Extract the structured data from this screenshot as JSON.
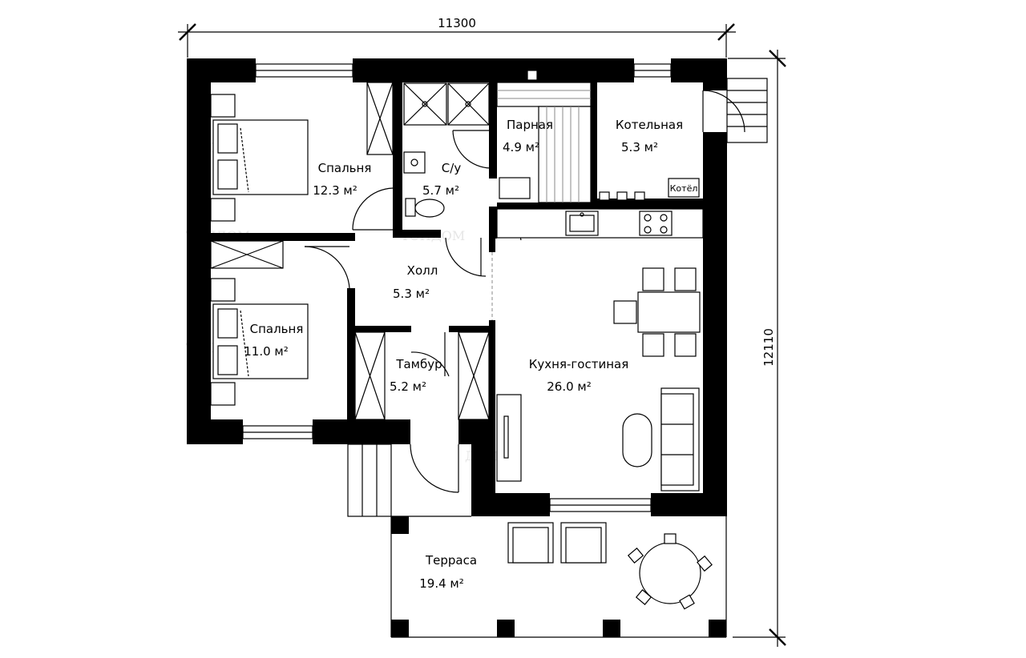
{
  "dimensions": {
    "width": "11300",
    "height": "12110"
  },
  "rooms": [
    {
      "id": "bedroom1",
      "name": "Спальня",
      "area": "12.3 м²"
    },
    {
      "id": "bathroom",
      "name": "С/у",
      "area": "5.7 м²"
    },
    {
      "id": "sauna",
      "name": "Парная",
      "area": "4.9 м²"
    },
    {
      "id": "boiler",
      "name": "Котельная",
      "area": "5.3 м²"
    },
    {
      "id": "bedroom2",
      "name": "Спальня",
      "area": "11.0 м²"
    },
    {
      "id": "hall",
      "name": "Холл",
      "area": "5.3 м²"
    },
    {
      "id": "vestibule",
      "name": "Тамбур",
      "area": "5.2 м²"
    },
    {
      "id": "kitchen",
      "name": "Кухня-гостиная",
      "area": "26.0 м²"
    },
    {
      "id": "terrace",
      "name": "Терраса",
      "area": "19.4 м²"
    }
  ],
  "fixtures": {
    "boiler_label": "Котёл"
  }
}
